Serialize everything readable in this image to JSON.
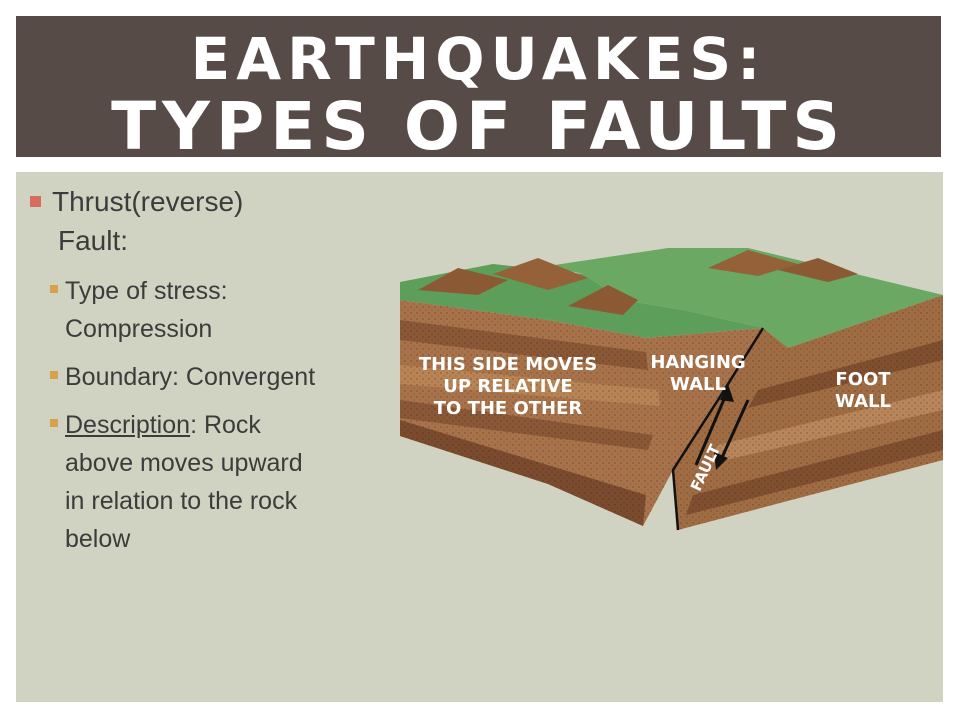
{
  "slide": {
    "title_line1": "EARTHQUAKES:",
    "title_line2": "TYPES OF FAULTS"
  },
  "bullet": {
    "heading_line1": "Thrust(reverse)",
    "heading_line2": "Fault:"
  },
  "subitems": [
    {
      "label_line1": "Type of stress:",
      "label_line2": "Compression"
    },
    {
      "label": "Boundary: Convergent"
    },
    {
      "underlined": "Description",
      "rest_line1": ": Rock",
      "line2": "above moves upward",
      "line3": "in relation to the rock",
      "line4": "below"
    }
  ],
  "diagram": {
    "label_left_1": "THIS SIDE MOVES",
    "label_left_2": "UP RELATIVE",
    "label_left_3": "TO THE OTHER",
    "label_hanging_1": "HANGING",
    "label_hanging_2": "WALL",
    "label_foot_1": "FOOT",
    "label_foot_2": "WALL",
    "label_fault": "FAULT"
  },
  "colors": {
    "title_bar": "#564b47",
    "content_bg": "#d0d3c1",
    "bullet_l1": "#d76d5e",
    "bullet_l2": "#d9a04a"
  }
}
